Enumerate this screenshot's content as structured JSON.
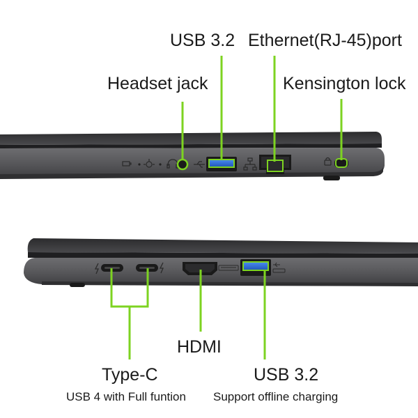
{
  "colors": {
    "callout_line": "#7dd321",
    "chassis_dark": "#3b3b3d",
    "chassis_mid": "#58585b",
    "usb_blue": "#2f6fd8"
  },
  "top_view": {
    "labels": {
      "usb": "USB 3.2",
      "ethernet": "Ethernet(RJ-45)port",
      "headset": "Headset jack",
      "kensington": "Kensington lock"
    },
    "icons": [
      "battery-led-icon",
      "power-led-icon",
      "headset-icon",
      "usb-symbol-icon",
      "network-symbol-icon",
      "lock-symbol-icon"
    ]
  },
  "bottom_view": {
    "labels": {
      "hdmi": "HDMI",
      "typec_title": "Type-C",
      "typec_sub": "USB 4 with Full funtion",
      "usb_title": "USB 3.2",
      "usb_sub": "Support offline charging"
    },
    "icons": [
      "thunderbolt-icon",
      "thunderbolt-icon",
      "hdmi-logo-icon",
      "usb-ss-logo-icon"
    ]
  }
}
